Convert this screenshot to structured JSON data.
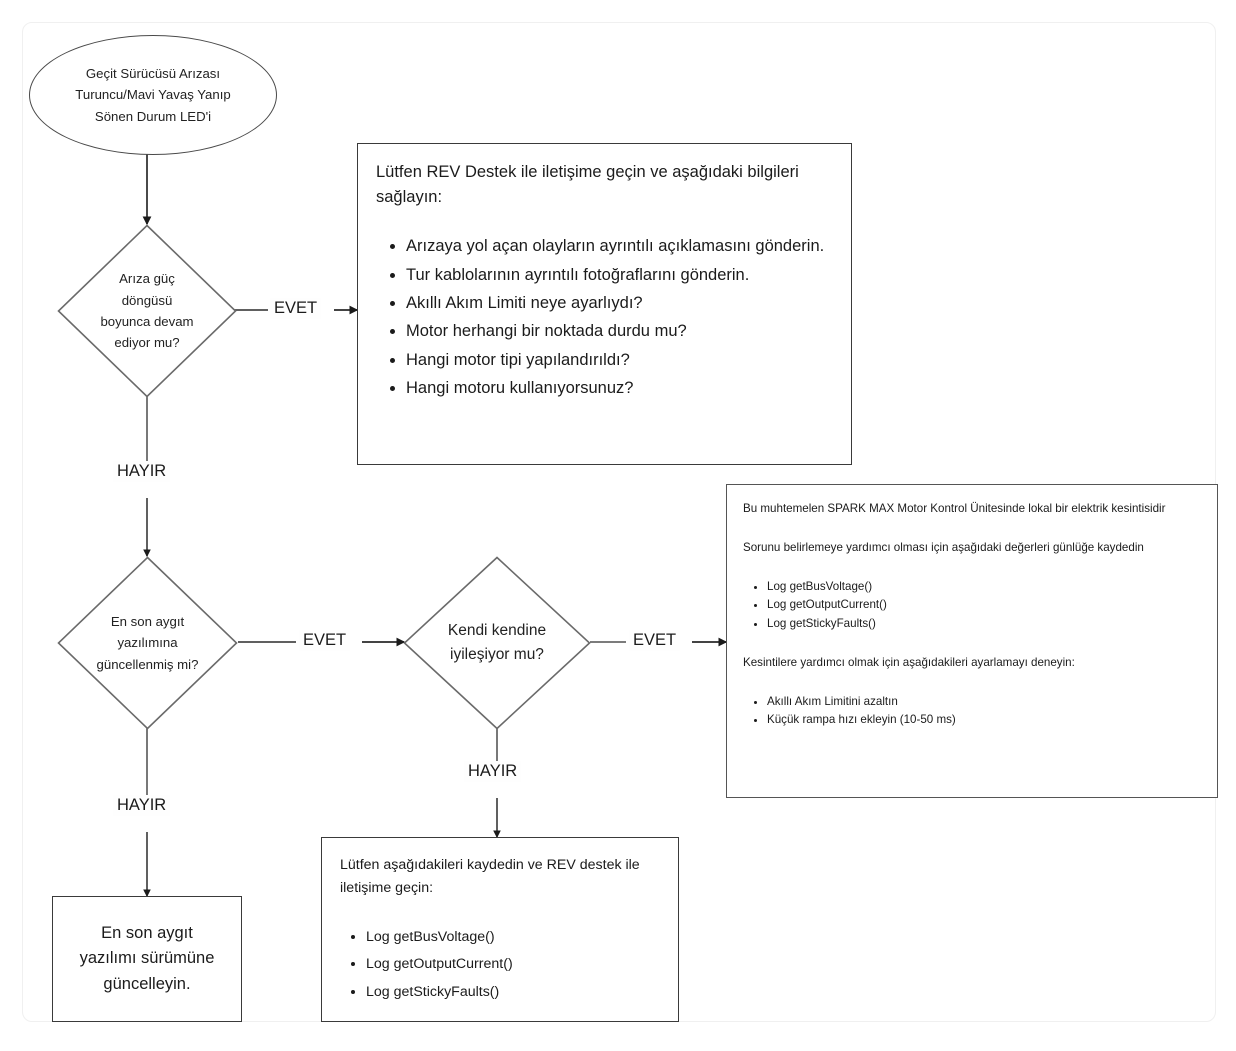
{
  "diagram": {
    "title": "SPARK MAX Gate Driver Fault Troubleshooting Flowchart",
    "language": "tr",
    "colors": {
      "background": "#ffffff",
      "stroke": "#3a3a3a",
      "soft_stroke": "#4a4a4a",
      "frame": "#f0f0f0",
      "text": "#1b1b1b"
    }
  },
  "nodes": {
    "start": {
      "type": "terminator",
      "lines": [
        "Geçit Sürücüsü Arızası",
        "Turuncu/Mavi Yavaş Yanıp",
        "Sönen Durum LED'i"
      ]
    },
    "decision1": {
      "type": "decision",
      "lines": [
        "Arıza güç",
        "döngüsü",
        "boyunca devam",
        "ediyor mu?"
      ]
    },
    "decision2": {
      "type": "decision",
      "lines": [
        "En son aygıt",
        "yazılımına",
        "güncellenmiş mi?"
      ]
    },
    "decision3": {
      "type": "decision",
      "lines": [
        "Kendi kendine",
        "iyileşiyor mu?"
      ]
    },
    "support_box": {
      "type": "process",
      "intro": "Lütfen REV Destek ile iletişime geçin ve aşağıdaki bilgileri sağlayın:",
      "bullets": [
        "Arızaya yol açan olayların ayrıntılı açıklamasını gönderin.",
        "Tur kablolarının ayrıntılı fotoğraflarını gönderin.",
        "Akıllı Akım Limiti neye ayarlıydı?",
        "Motor herhangi bir noktada durdu mu?",
        "Hangi motor tipi yapılandırıldı?",
        "Hangi motoru kullanıyorsunuz?"
      ]
    },
    "brownout_box": {
      "type": "process",
      "intro": "Bu muhtemelen SPARK MAX Motor Kontrol Ünitesinde lokal bir elektrik kesintisidir",
      "intro2": "Sorunu belirlemeye yardımcı olması için aşağıdaki değerleri günlüğe kaydedin",
      "bullets": [
        "Log getBusVoltage()",
        "Log getOutputCurrent()",
        "Log getStickyFaults()"
      ],
      "outro": "Kesintilere yardımcı olmak için aşağıdakileri ayarlamayı deneyin:",
      "bullets2": [
        "Akıllı Akım Limitini azaltın",
        "Küçük rampa hızı ekleyin (10-50 ms)"
      ]
    },
    "log_box": {
      "type": "process",
      "intro": "Lütfen aşağıdakileri kaydedin ve REV destek ile iletişime geçin:",
      "bullets": [
        "Log getBusVoltage()",
        "Log getOutputCurrent()",
        "Log getStickyFaults()"
      ]
    },
    "update_box": {
      "type": "process",
      "lines": [
        "En son aygıt",
        "yazılımı sürümüne",
        "güncelleyin."
      ]
    }
  },
  "edges": {
    "yes1": "EVET",
    "no1": "HAYIR",
    "yes2": "EVET",
    "no2": "HAYIR",
    "yes3": "EVET",
    "no3": "HAYIR"
  }
}
